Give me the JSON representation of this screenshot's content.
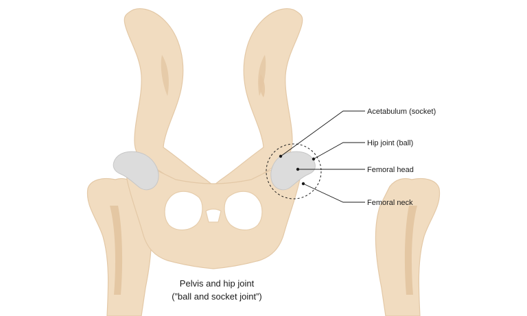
{
  "diagram": {
    "labels": {
      "acetabulum": "Acetabulum (socket)",
      "hip_joint": "Hip joint (ball)",
      "femoral_head": "Femoral head",
      "femoral_neck": "Femoral neck"
    },
    "caption": {
      "line1": "Pelvis and hip joint",
      "line2": "(”ball and socket joint”)"
    },
    "colors": {
      "bone": "#f1dcc0",
      "bone_shadow": "#e4c7a3",
      "cartilage": "#dcdcdc",
      "leader_lines": "#1a1a1a"
    }
  }
}
